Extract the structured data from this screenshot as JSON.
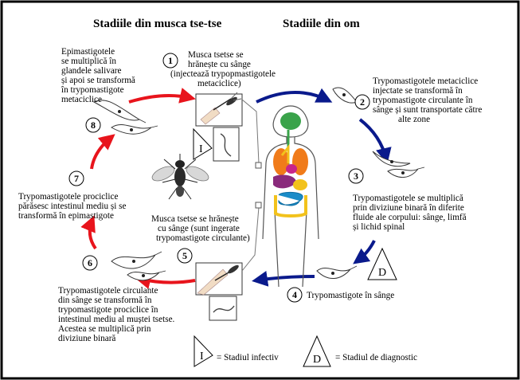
{
  "headings": {
    "fly_stages": "Stadiile din musca tse-tse",
    "human_stages": "Stadiile din om"
  },
  "steps": [
    {
      "number": "1",
      "lines": [
        "Musca tsetse se",
        "hrănește cu sânge",
        "(injectează trypopmastigotele",
        "metaciclice)"
      ]
    },
    {
      "number": "2",
      "lines": [
        "Trypomastigotele metaciclice",
        "injectate se transformă în",
        "trypomastigote circulante în",
        "sânge și sunt transportate către",
        "alte zone"
      ]
    },
    {
      "number": "3",
      "lines": [
        "Trypomastigotele se  multiplică",
        "prin diviziune binară în diferite",
        "fluide ale corpului: sânge, limfă",
        "și lichid spinal"
      ]
    },
    {
      "number": "4",
      "lines": [
        "Trypomastigote în sânge"
      ]
    },
    {
      "number": "5",
      "lines": [
        "Musca tsetse se hrănește",
        "cu sânge (sunt ingerate",
        "trypomastigote circulante)"
      ]
    },
    {
      "number": "6",
      "lines": [
        "Trypomastigotele   circulante",
        "din sânge se transformă în",
        "trypomastigote prociclice în",
        "intestinul mediu al muștei tsetse.",
        "Acestea se multiplică prin",
        "diviziune binară"
      ]
    },
    {
      "number": "7",
      "lines": [
        "Trypomastigotele prociclice",
        "părăsesc intestinul mediu și se",
        "transformă  în epimastigote"
      ]
    },
    {
      "number": "8",
      "lines": [
        "Epimastigotele",
        "se multiplică în",
        "glandele salivare",
        "și apoi se transformă",
        "în trypomastigote",
        "metaciclice"
      ]
    }
  ],
  "markers": {
    "infective_letter": "I",
    "diagnostic_letter": "D"
  },
  "legend": {
    "infective": {
      "letter": "I",
      "label": "= Stadiul infectiv"
    },
    "diagnostic": {
      "letter": "D",
      "label": "= Stadiul de diagnostic"
    }
  },
  "colors": {
    "fly_cycle_arrow": "#e8141c",
    "human_cycle_arrow": "#0a1a8c",
    "brain": "#3aa34a",
    "lungs": "#f07b1a",
    "heart": "#c8258a",
    "liver": "#8a2a7c",
    "stomach": "#f2c21c",
    "intestine": "#1a8cc8",
    "body_outline": "#555555"
  }
}
